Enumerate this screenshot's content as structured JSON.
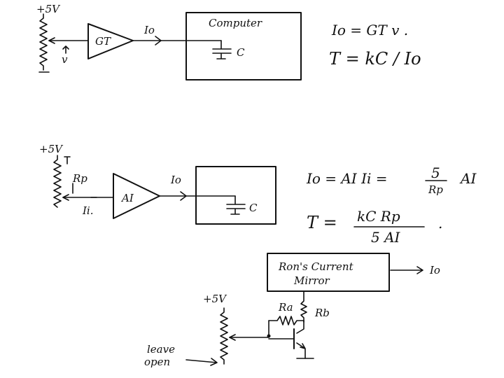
{
  "circuit1": {
    "supply": "+5V",
    "wiper_voltage": "v",
    "amplifier": "GT",
    "output_current": "Io",
    "computer_box": "Computer",
    "capacitor": "C"
  },
  "equations1": {
    "io": "Io = GT v .",
    "t": "T = kC / Io"
  },
  "circuit2": {
    "supply": "+5V",
    "pot": "Rp",
    "input_current": "Ii.",
    "amplifier": "AI",
    "output_current": "Io",
    "capacitor": "C"
  },
  "equations2": {
    "io_lhs": "Io = AI Ii =",
    "io_num": "5",
    "io_den": "Rp",
    "io_rhs": "AI",
    "t_lhs": "T =",
    "t_num": "kC Rp",
    "t_den": "5 AI",
    "t_dot": "."
  },
  "circuit3": {
    "mirror_line1": "Ron's Current",
    "mirror_line2": "Mirror",
    "output_current": "Io",
    "supply": "+5V",
    "resistor_a": "Ra",
    "resistor_b": "Rb",
    "leave_line1": "leave",
    "leave_line2": "open"
  }
}
